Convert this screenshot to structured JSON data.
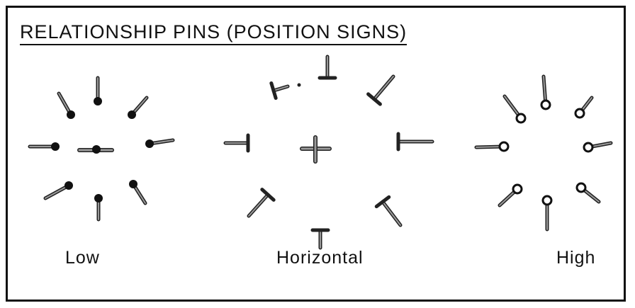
{
  "diagram": {
    "title": "RELATIONSHIP PINS (POSITION SIGNS)",
    "groups": [
      {
        "label": "Low",
        "head_style": "filled"
      },
      {
        "label": "Horizontal",
        "head_style": "t-bar"
      },
      {
        "label": "High",
        "head_style": "open"
      }
    ]
  }
}
